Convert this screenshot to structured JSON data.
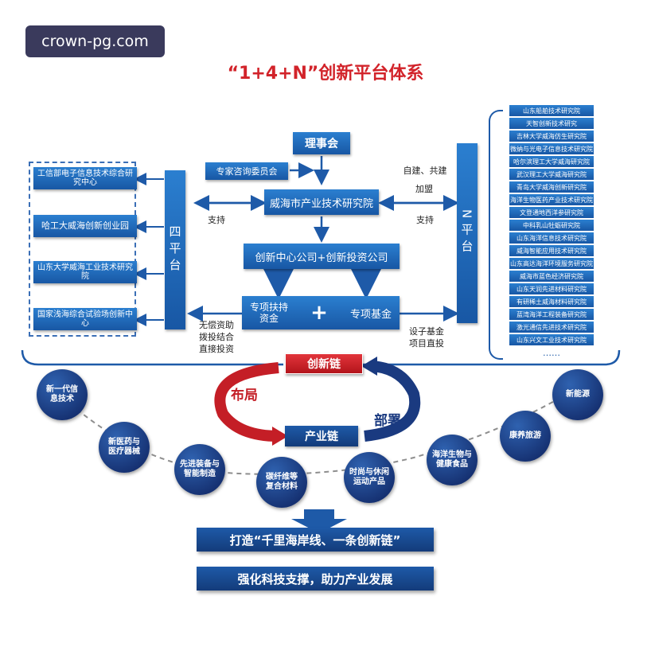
{
  "watermark": "crown-pg.com",
  "title": "“1+4+N”创新平台体系",
  "council": "理事会",
  "expert_committee": "专家咨询委员会",
  "institute": "威海市产业技术研究院",
  "company": "创新中心公司+创新投资公司",
  "special_fund": {
    "support_capital": "专项扶持\n资金",
    "plus": "+",
    "special_fund": "专项基金"
  },
  "four_platform": {
    "label": "四平台",
    "items": [
      "工信部电子信息技术综合研究中心",
      "哈工大威海创新创业园",
      "山东大学威海工业技术研究院",
      "国家浅海综合试验场创新中心"
    ]
  },
  "n_platform": {
    "label": "N平台",
    "items": [
      "山东船舶技术研究院",
      "天智创新技术研究",
      "吉林大学威海仿生研究院",
      "微纳与光电子信息技术研究院",
      "哈尔滨理工大学威海研究院",
      "武汉理工大学威海研究院",
      "青岛大学威海创新研究院",
      "海洋生物医药产业技术研究院",
      "文登通地西洋参研究院",
      "中科乳山牡蛎研究院",
      "山东海洋信息技术研究院",
      "威海智能应用技术研究院",
      "山东高达海洋环境服务研究院",
      "威海市蓝色经济研究院",
      "山东天润先进材料研究院",
      "有研稀土威海材料研究院",
      "蓝湾海洋工程装备研究院",
      "激光通信先进技术研究院",
      "山东兴文工业技术研究院",
      "……"
    ]
  },
  "labels": {
    "support_left": "支持",
    "support_right": "支持",
    "self_build": "自建、共建",
    "join": "加盟",
    "free_aid": "无偿资助\n拨投结合\n直接投资",
    "fund_invest": "设子基金\n项目直投"
  },
  "innovation_chain": "创新链",
  "layout_word": "布局",
  "deploy_word": "部署",
  "industry_chain": "产业链",
  "industries": [
    "新一代信\n息技术",
    "新医药与\n医疗器械",
    "先进装备与\n智能制造",
    "碳纤维等\n复合材料",
    "时尚与休闲\n运动产品",
    "海洋生物与\n健康食品",
    "康养旅游",
    "新能源"
  ],
  "banner1": "打造“千里海岸线、一条创新链”",
  "banner2": "强化科技支撑，助力产业发展",
  "colors": {
    "primary_blue": "#1e5aa8",
    "accent_red": "#d2232a",
    "navy": "#142e6e"
  }
}
